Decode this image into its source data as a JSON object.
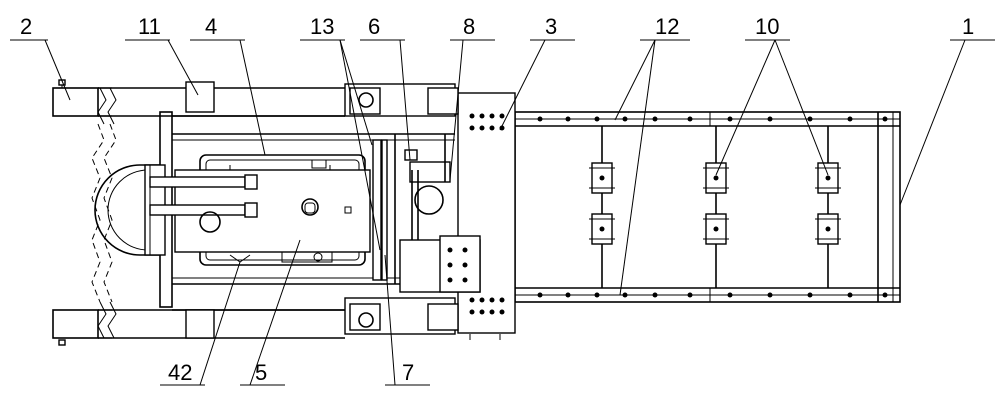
{
  "labels": {
    "l2": "2",
    "l11": "11",
    "l4": "4",
    "l13": "13",
    "l6": "6",
    "l8": "8",
    "l3": "3",
    "l12": "12",
    "l10": "10",
    "l1": "1",
    "l42": "42",
    "l5": "5",
    "l7": "7"
  }
}
